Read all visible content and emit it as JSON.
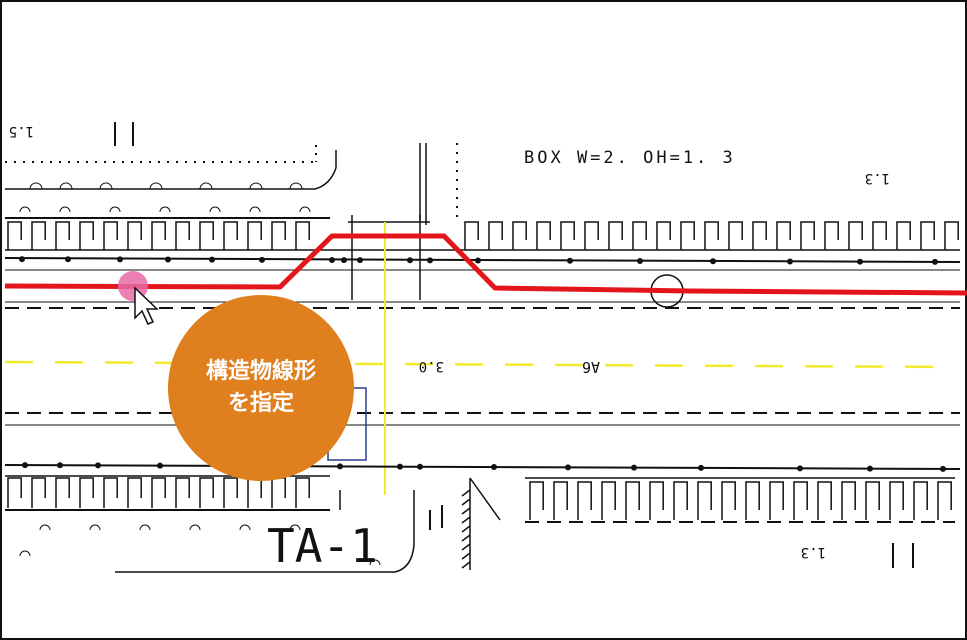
{
  "drawing": {
    "box_label": "BOX W=2. OH=1. 3",
    "dim_top_left": "1.5",
    "dim_top_right": "1.3",
    "dim_bottom_right": "1.3",
    "dim_center": "3.0",
    "dim_center_right": "A6",
    "structure_label": "TA-1"
  },
  "callout": {
    "line1": "構造物線形",
    "line2": "を指定"
  },
  "colors": {
    "alignment_line": "#e3161b",
    "centerline": "#f2ea2c",
    "callout_bg": "#e07f1e",
    "cursor_dot": "#e86aa6",
    "structure_outline": "#2b3d8f"
  },
  "icons": {
    "cursor": "mouse-pointer-icon"
  }
}
